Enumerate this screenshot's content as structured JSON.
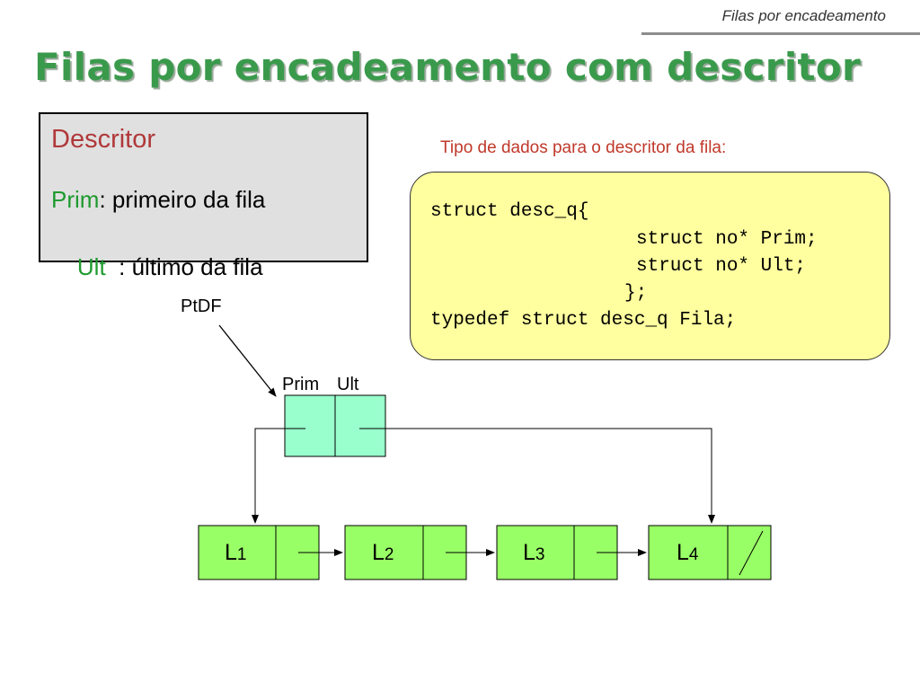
{
  "header": {
    "section": "Filas por encadeamento"
  },
  "title": "Filas por encadeamento com descritor",
  "descriptor_box": {
    "heading": "Descritor",
    "fields": [
      {
        "name": "Prim",
        "desc": ": primeiro da fila"
      },
      {
        "name": "Ult",
        "desc": "  : último da fila"
      }
    ]
  },
  "code": {
    "caption": "Tipo de dados para o descritor da fila:",
    "lines": [
      "struct desc_q{",
      "struct no* Prim;",
      "struct no* Ult;",
      "};",
      "typedef struct desc_q Fila;"
    ]
  },
  "diagram": {
    "pointer_label": "PtDF",
    "descriptor_labels": {
      "prim": "Prim",
      "ult": "Ult"
    },
    "nodes": [
      {
        "letter": "L",
        "index": "1"
      },
      {
        "letter": "L",
        "index": "2"
      },
      {
        "letter": "L",
        "index": "3"
      },
      {
        "letter": "L",
        "index": "4"
      }
    ]
  },
  "colors": {
    "title": "#3a9a4c",
    "descriptor_fill": "#e0e0e0",
    "descriptor_heading": "#b0383a",
    "field_name": "#1e9a2e",
    "caption": "#c0392b",
    "code_fill": "#ffff9f",
    "desc_node_fill": "#99ffcc",
    "list_node_fill": "#99ff66"
  }
}
